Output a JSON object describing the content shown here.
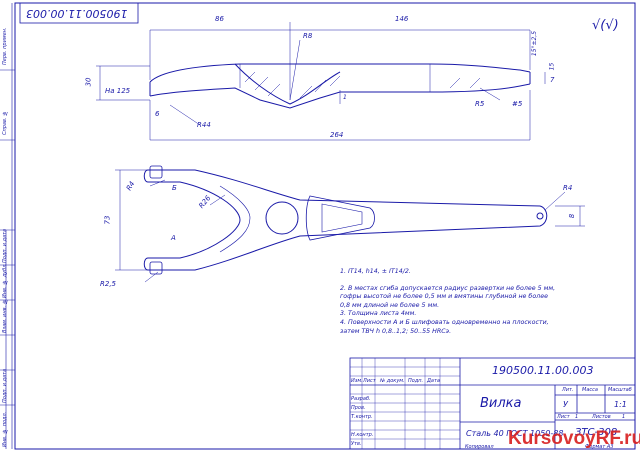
{
  "stamp_code": "190500.11.00.003",
  "roughness": "√(√)",
  "dims": {
    "d86": "86",
    "d146": "146",
    "d30": "30",
    "d125": "На 125",
    "d6": "6",
    "dR8": "R8",
    "dR44": "R44",
    "d264": "264",
    "dR5": "R5",
    "d5": "#5",
    "d7": "7",
    "d1": "1",
    "dang": "15°±2,5",
    "d15": "15",
    "dR4a": "R4",
    "dB": "Б",
    "dR26": "R26",
    "d73": "73",
    "dA": "А",
    "dR25": "R2,5",
    "dR4b": "R4",
    "d8": "8"
  },
  "notes": [
    "1. IT14, h14, ± IT14/2.",
    "2. В местах сгиба допускается радиус развертки не более 5 мм,",
    "гофры высотой не более 0,5 мм и вмятины глубиной не более",
    "0,8 мм длиной не более 5 мм.",
    "3. Толщина листа 4мм.",
    "4. Поверхности А и Б шлифовать одновременно на плоскости,",
    "затем ТВЧ h 0,8..1,2; 50..55 HRCэ."
  ],
  "side_labels": [
    "Перв. примен.",
    "Справ. №",
    "Подп. и дата",
    "Инв. № дубл.",
    "Взам. инв. №",
    "Подп. и дата",
    "Инв. № подл."
  ],
  "title_block": {
    "code": "190500.11.00.003",
    "name": "Вилка",
    "material": "Сталь 40 ГОСТ 1050-88",
    "headers": [
      "Изм.",
      "Лист",
      "№ докум.",
      "Подп.",
      "Дата"
    ],
    "rows": [
      "Разраб.",
      "Пров.",
      "Т.контр.",
      "Н.контр.",
      "Утв."
    ],
    "lit_label": "Лит.",
    "mass_label": "Масса",
    "scale_label": "Масштаб",
    "lit": "У",
    "scale": "1:1",
    "sheet_label": "Лист",
    "sheet": "1",
    "sheets_label": "Листов",
    "sheets": "1",
    "org": "ЗТС-308",
    "copied": "Копировал",
    "format": "Формат А3"
  },
  "watermark": "KursovoyRF.ru",
  "colors": {
    "ink": "#1a1aa8",
    "watermark": "#d81e1e"
  }
}
